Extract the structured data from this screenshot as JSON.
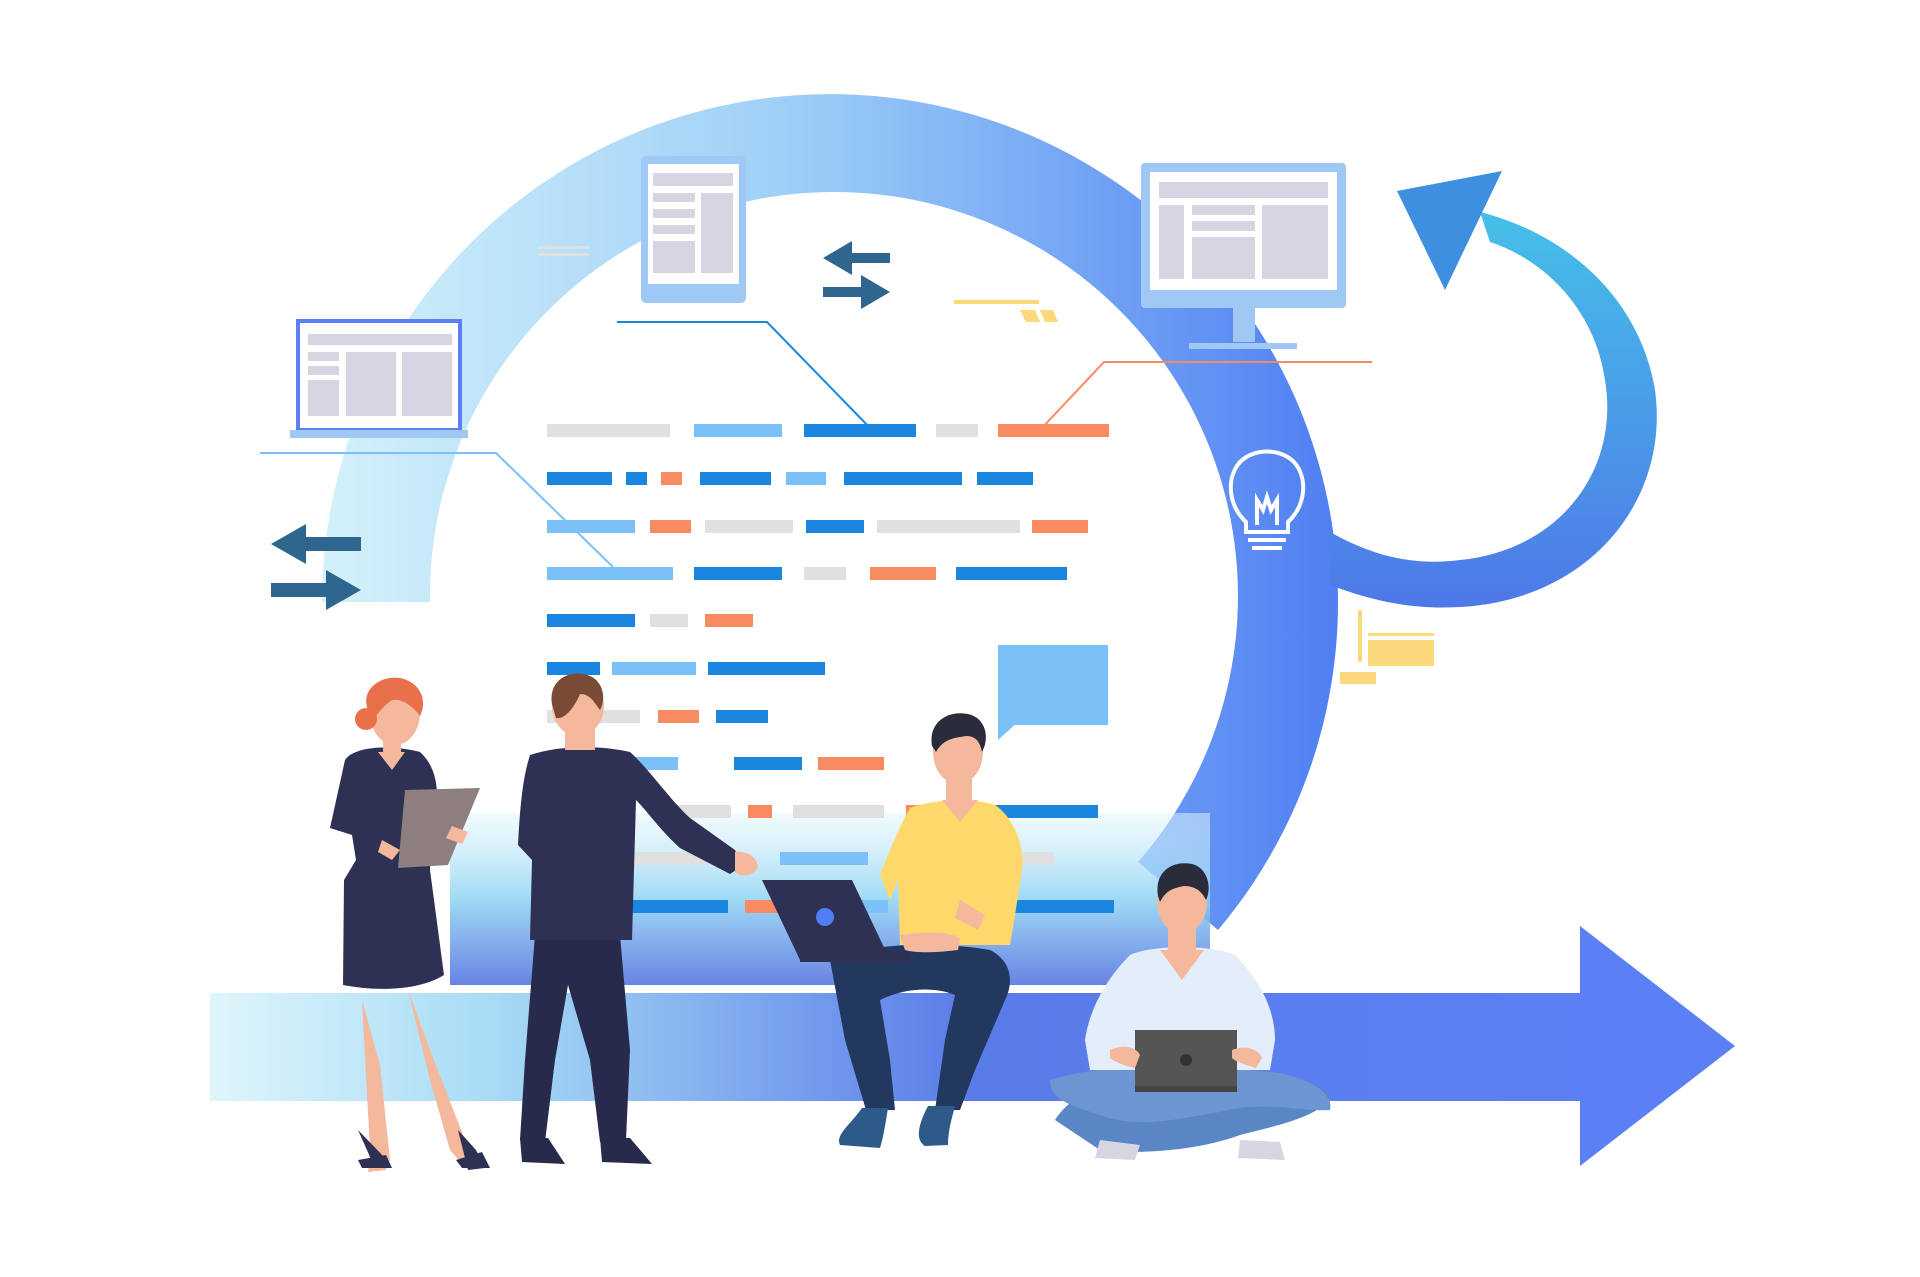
{
  "scene": {
    "title": "",
    "colors": {
      "background": "#ffffff",
      "cycle_light": "#d3f1fa",
      "cycle_dark": "#4f7ff2",
      "iteration_arrow": "#44b8e6",
      "progress_arrow": "#5b80f5",
      "bar_blue": "#1a86de",
      "bar_light_blue": "#7bc0f6",
      "bar_orange": "#f88b62",
      "bar_gray": "#e0e0e0",
      "accent_yellow": "#fbd97a",
      "arrow_dark": "#2e668f",
      "suit_navy": "#2e3154",
      "shirt_yellow": "#ffd86b",
      "skin": "#f4b89d"
    },
    "icons": [
      "laptop-icon",
      "tablet-icon",
      "monitor-icon",
      "lightbulb-icon",
      "exchange-arrows-icon",
      "speech-bubble-icon",
      "cycle-arrow-icon",
      "progress-arrow-icon"
    ],
    "people": [
      "woman-with-tablet",
      "man-in-suit-pointing",
      "man-with-laptop-sitting",
      "man-cross-legged-with-laptop"
    ]
  }
}
